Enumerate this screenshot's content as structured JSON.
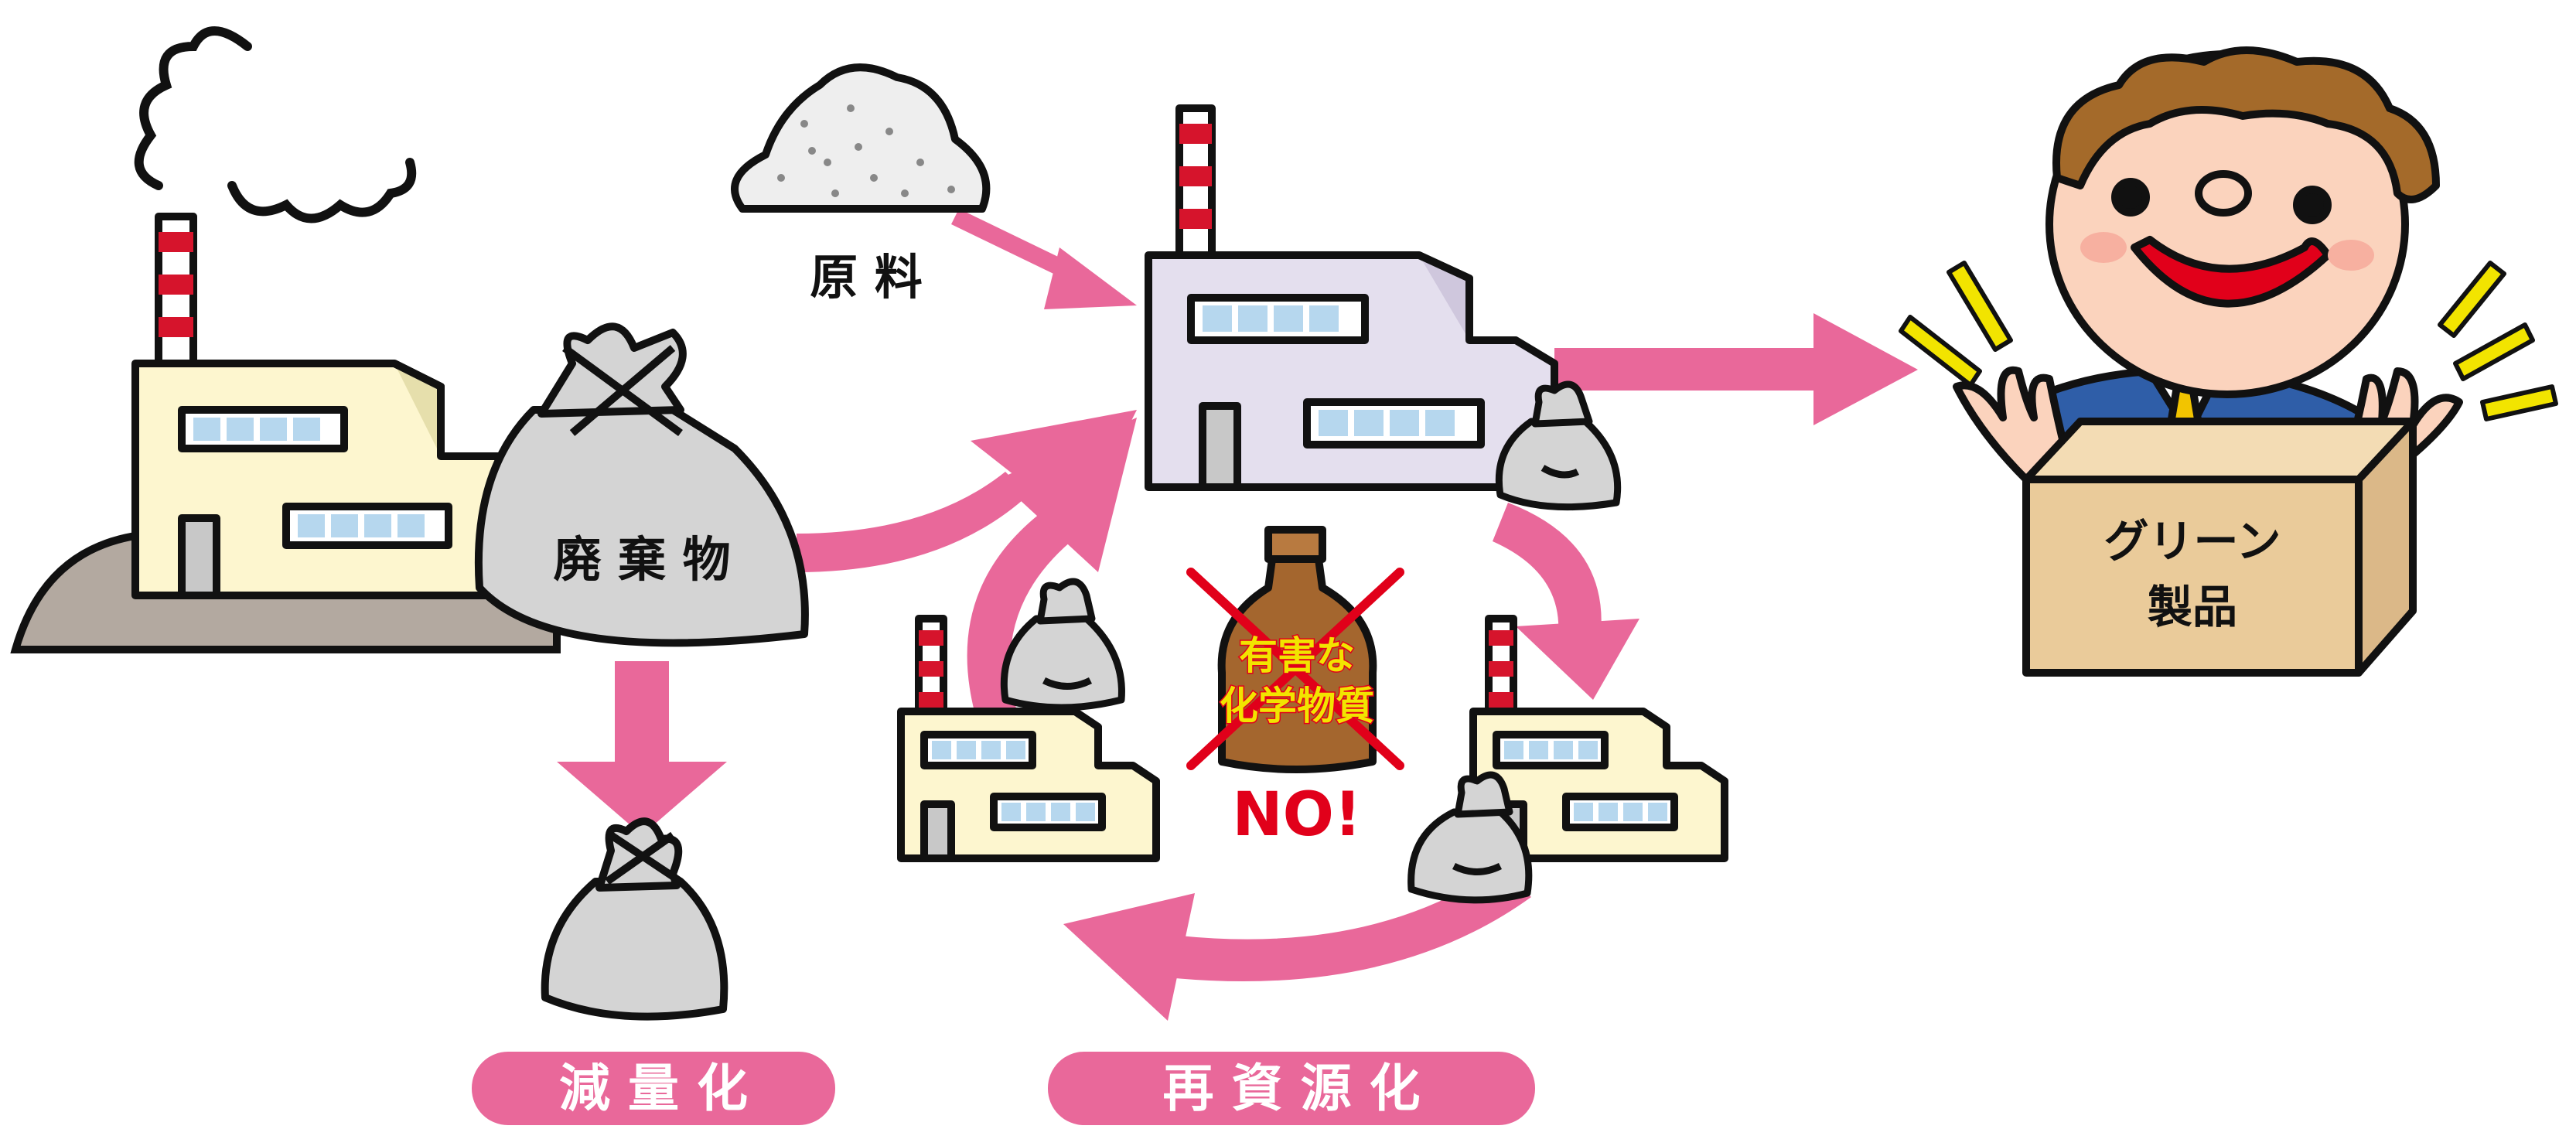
{
  "labels": {
    "raw_material": "原 料",
    "waste": "廃 棄 物",
    "green_product_line1": "グリーン",
    "green_product_line2": "製品",
    "harmful_line1": "有害な",
    "harmful_line2": "化学物質",
    "no": "NO!",
    "reduction": "減 量 化",
    "recycling": "再 資 源 化"
  },
  "colors": {
    "arrow_pink": "#e9689a",
    "pill_pink": "#e9689a",
    "factory_cream": "#fdf6cf",
    "factory_lavender": "#e4dfee",
    "bag_gray": "#d4d4d4",
    "ground_brown": "#b3a9a0",
    "box_tan": "#eacb9a",
    "warning_yellow": "#f2e400",
    "no_red": "#e1001a"
  }
}
